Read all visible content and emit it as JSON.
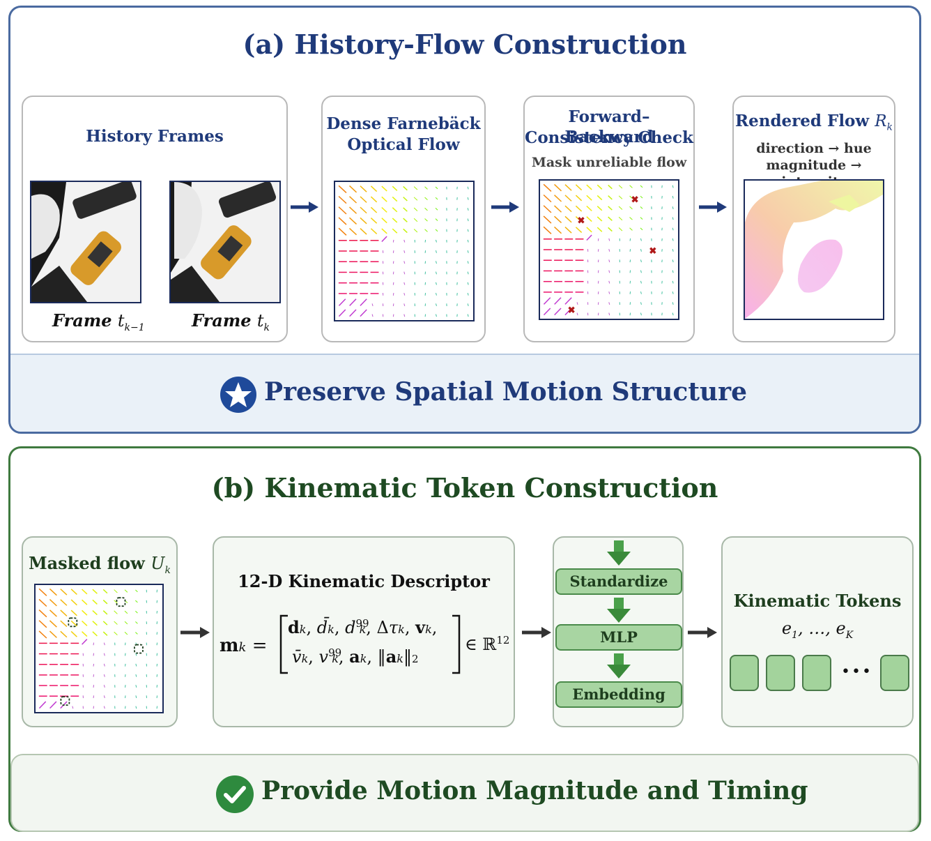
{
  "section_a": {
    "title": "(a) History-Flow Construction",
    "history": {
      "title": "History Frames",
      "frame_prev_label": "Frame ",
      "frame_prev_sub": "t",
      "frame_prev_sub_idx": "k−1",
      "frame_cur_label": "Frame ",
      "frame_cur_sub": "t",
      "frame_cur_sub_idx": "k"
    },
    "dense": {
      "title_line1": "Dense Farnebäck",
      "title_line2": "Optical Flow"
    },
    "consistency": {
      "title_line1": "Forward–Backward",
      "title_line2": "Consistency Check",
      "subtitle": "Mask unreliable flow"
    },
    "rendered": {
      "title": "Rendered Flow ",
      "title_var": "R",
      "title_sub": "k",
      "line1": "direction → hue",
      "line2": "magnitude → intensity"
    },
    "banner": "Preserve Spatial Motion Structure"
  },
  "section_b": {
    "title": "(b) Kinematic Token Construction",
    "masked": {
      "title": "Masked flow ",
      "title_var": "U",
      "title_sub": "k"
    },
    "descriptor": {
      "title": "12-D Kinematic Descriptor"
    },
    "pipeline": {
      "step1": "Standardize",
      "step2": "MLP",
      "step3": "Embedding"
    },
    "tokens": {
      "title": "Kinematic Tokens",
      "range": "e",
      "range_sub1": "1",
      "range_mid": ", …, e",
      "range_sub2": "K",
      "ellipsis": "•••"
    },
    "banner": "Provide Motion Magnitude and Timing"
  },
  "colors": {
    "section_a_border": "#4a6aa0",
    "section_b_border": "#3f7a3f",
    "title_blue": "#1f3a7a",
    "title_green": "#1e4a22",
    "token_green": "#a3d39c"
  }
}
